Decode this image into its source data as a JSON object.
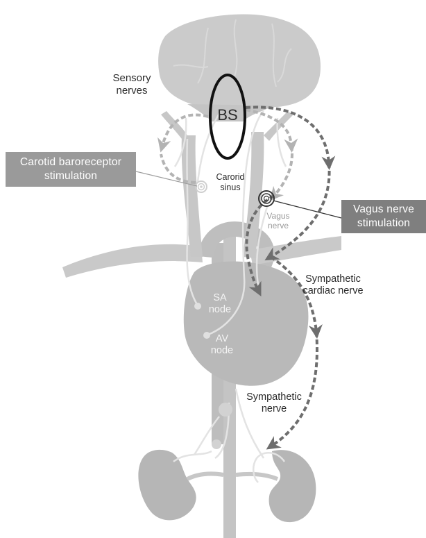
{
  "labels": {
    "sensory_nerves_line1": "Sensory",
    "sensory_nerves_line2": "nerves",
    "brainstem": "BS",
    "carotid_sinus_line1": "Carorid",
    "carotid_sinus_line2": "sinus",
    "vagus_nerve_line1": "Vagus",
    "vagus_nerve_line2": "nerve",
    "sympathetic_cardiac_line1": "Sympathetic",
    "sympathetic_cardiac_line2": "cardiac nerve",
    "sa_node_line1": "SA",
    "sa_node_line2": "node",
    "av_node_line1": "AV",
    "av_node_line2": "node",
    "sympathetic_nerve_line1": "Sympathetic",
    "sympathetic_nerve_line2": "nerve"
  },
  "callouts": {
    "carotid_line1": "Carotid baroreceptor",
    "carotid_line2": "stimulation",
    "vagus_line1": "Vagus nerve",
    "vagus_line2": "stimulation"
  },
  "colors": {
    "anatomy": "#c9c9c9",
    "anatomy_dark": "#b6b6b6",
    "nerve": "#e3e3e3",
    "sensory_path": "#b3b3b3",
    "efferent_path": "#6e6e6e",
    "outline": "#111111"
  }
}
